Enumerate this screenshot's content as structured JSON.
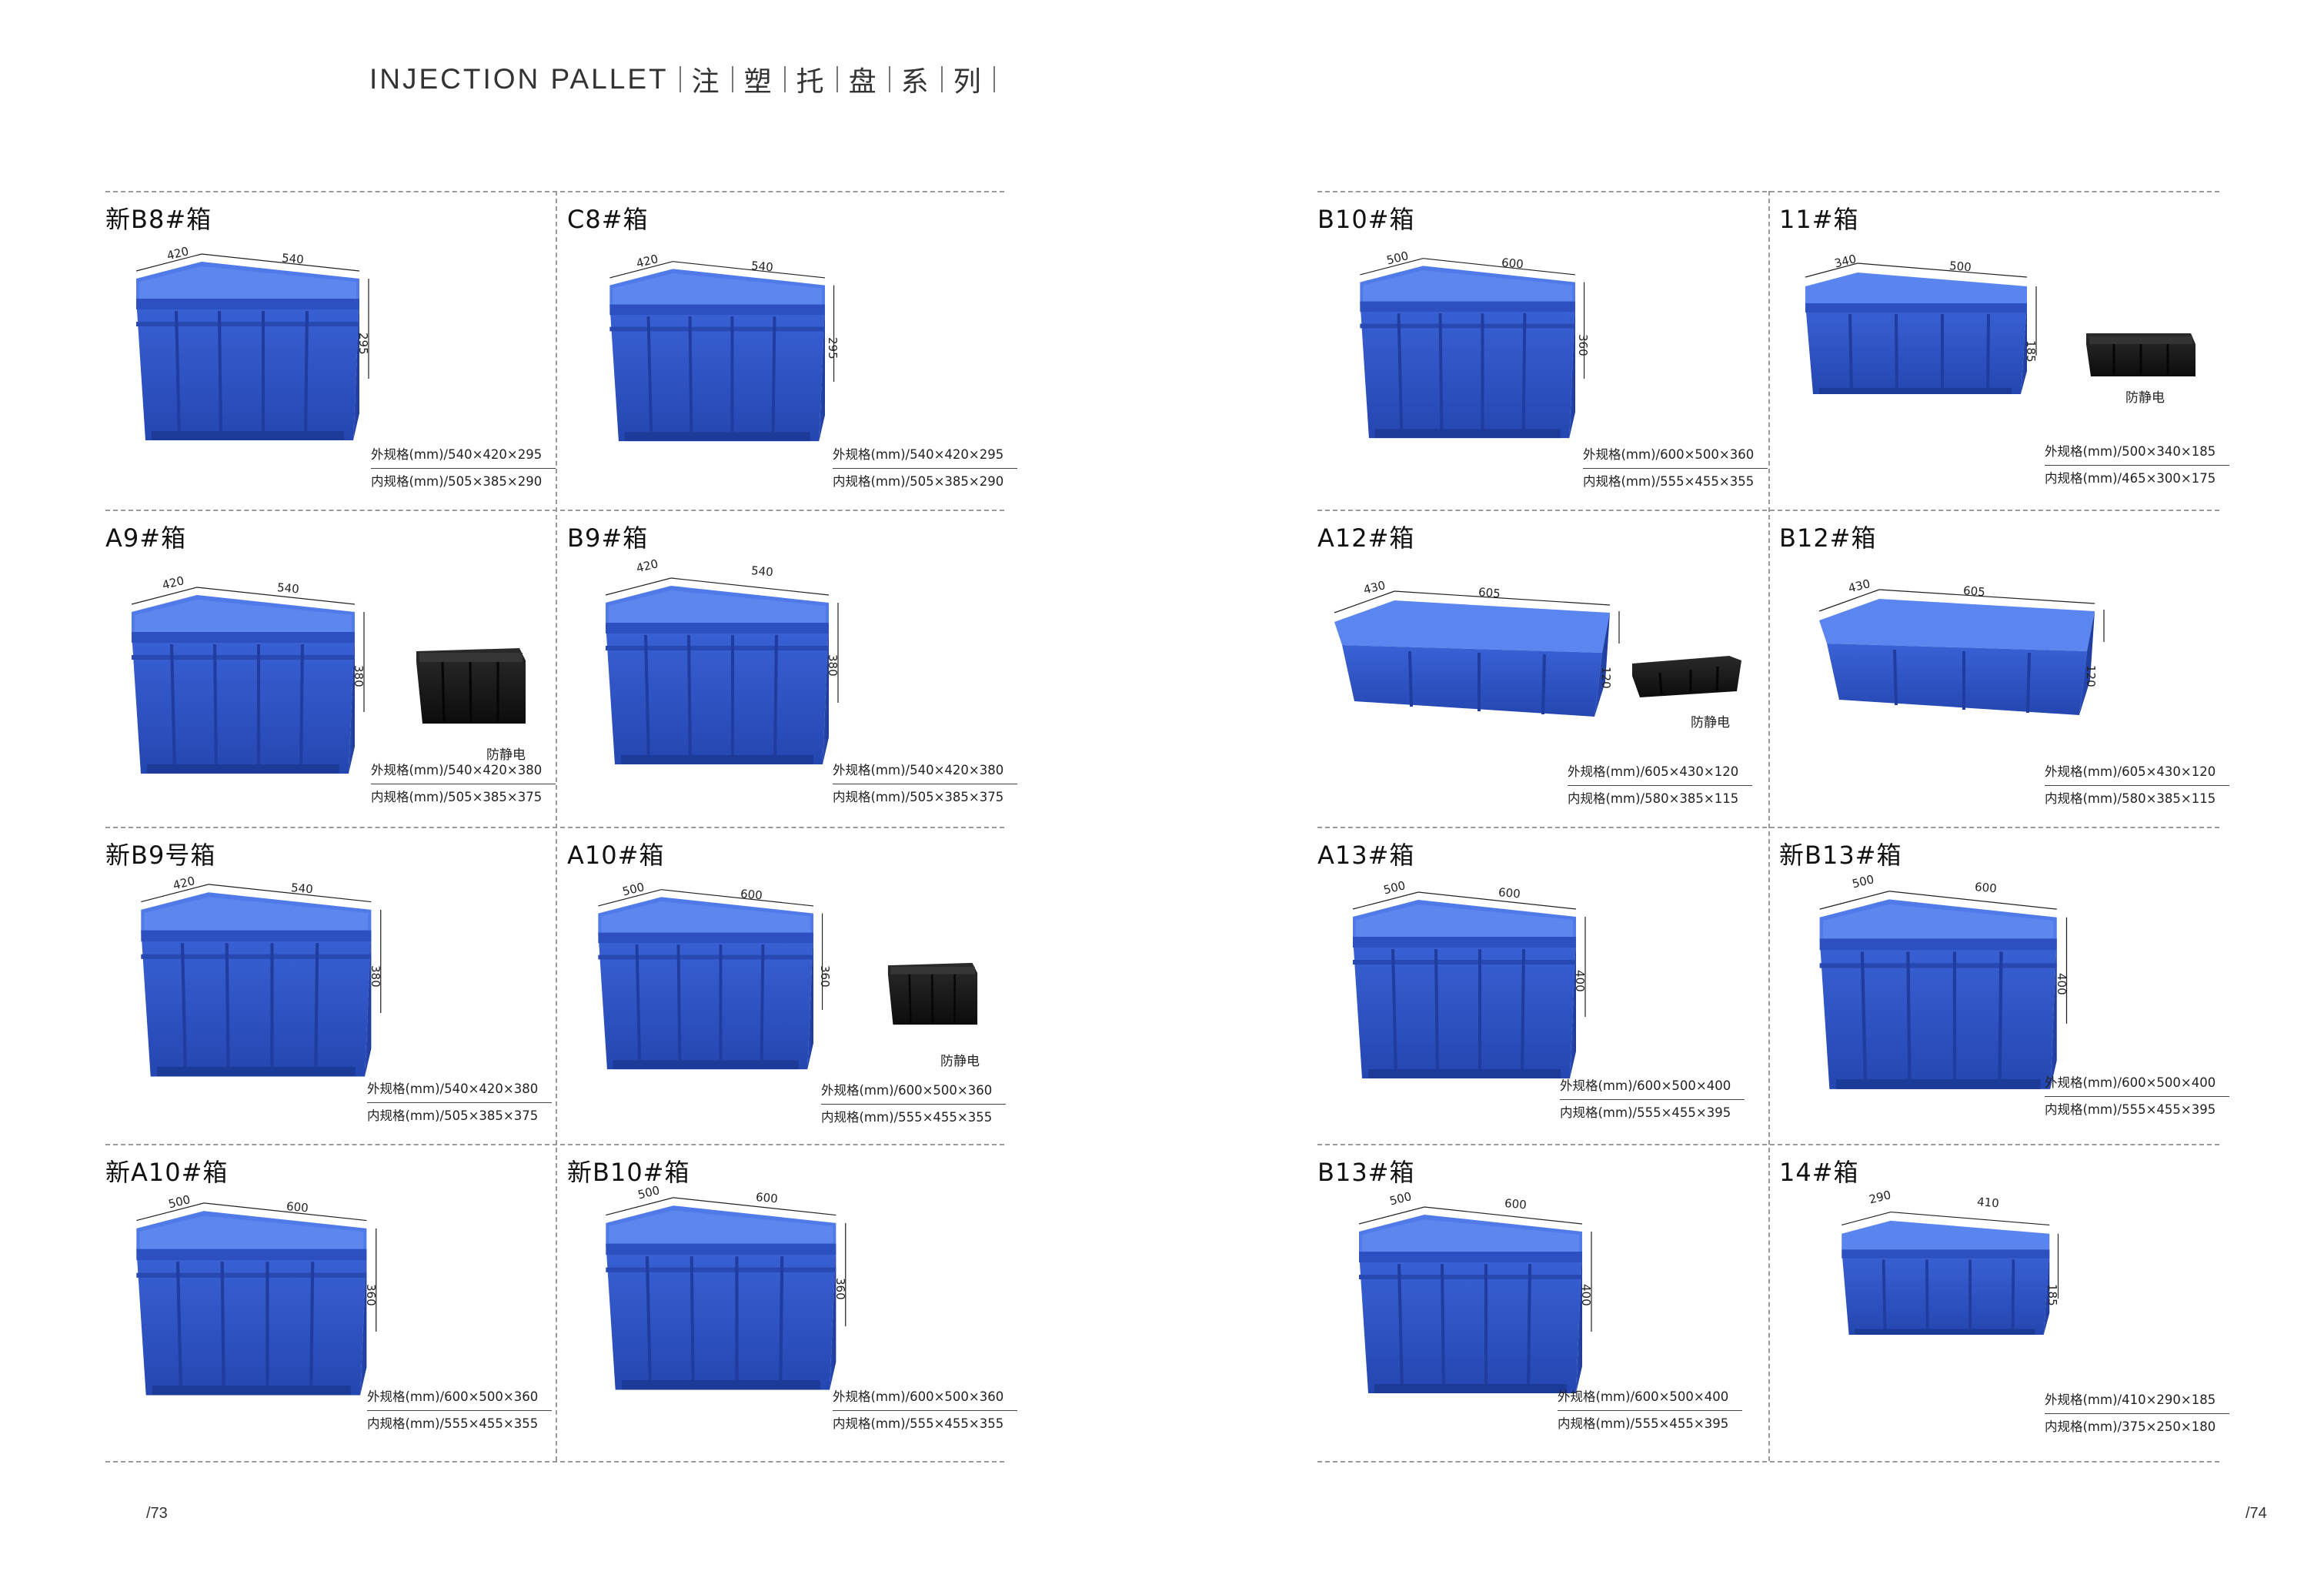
{
  "header": {
    "title_en": "INJECTION PALLET",
    "title_cn": [
      "注",
      "塑",
      "托",
      "盘",
      "系",
      "列"
    ]
  },
  "page_numbers": {
    "left": "/73",
    "right": "/74"
  },
  "colors": {
    "crate_blue": "#2f56c8",
    "crate_dark": "#1c3a9a",
    "anti_static": "#161616",
    "rule": "#9a9a9a"
  },
  "spec_prefix": {
    "outer": "外规格",
    "inner": "内规格",
    "unit": "(mm)"
  },
  "anti_static_label": "防静电",
  "products": [
    {
      "name": "新B8#箱",
      "dims": [
        "420",
        "540",
        "295"
      ],
      "outer": "/540×420×295",
      "inner": "/505×385×290",
      "anti": false
    },
    {
      "name": "C8#箱",
      "dims": [
        "420",
        "540",
        "295"
      ],
      "outer": "/540×420×295",
      "inner": "/505×385×290",
      "anti": false
    },
    {
      "name": "B10#箱",
      "dims": [
        "500",
        "600",
        "360"
      ],
      "outer": "/600×500×360",
      "inner": "/555×455×355",
      "anti": false
    },
    {
      "name": "11#箱",
      "dims": [
        "340",
        "500",
        "185"
      ],
      "outer": "/500×340×185",
      "inner": "/465×300×175",
      "anti": true
    },
    {
      "name": "A9#箱",
      "dims": [
        "420",
        "540",
        "380"
      ],
      "outer": "/540×420×380",
      "inner": "/505×385×375",
      "anti": true
    },
    {
      "name": "B9#箱",
      "dims": [
        "420",
        "540",
        "380"
      ],
      "outer": "/540×420×380",
      "inner": "/505×385×375",
      "anti": false
    },
    {
      "name": "A12#箱",
      "dims": [
        "430",
        "605",
        "120"
      ],
      "outer": "/605×430×120",
      "inner": "/580×385×115",
      "anti": true
    },
    {
      "name": "B12#箱",
      "dims": [
        "430",
        "605",
        "120"
      ],
      "outer": "/605×430×120",
      "inner": "/580×385×115",
      "anti": false
    },
    {
      "name": "新B9号箱",
      "dims": [
        "420",
        "540",
        "380"
      ],
      "outer": "/540×420×380",
      "inner": "/505×385×375",
      "anti": false
    },
    {
      "name": "A10#箱",
      "dims": [
        "500",
        "600",
        "360"
      ],
      "outer": "/600×500×360",
      "inner": "/555×455×355",
      "anti": true
    },
    {
      "name": "A13#箱",
      "dims": [
        "500",
        "600",
        "400"
      ],
      "outer": "/600×500×400",
      "inner": "/555×455×395",
      "anti": false
    },
    {
      "name": "新B13#箱",
      "dims": [
        "500",
        "600",
        "400"
      ],
      "outer": "/600×500×400",
      "inner": "/555×455×395",
      "anti": false
    },
    {
      "name": "新A10#箱",
      "dims": [
        "500",
        "600",
        "360"
      ],
      "outer": "/600×500×360",
      "inner": "/555×455×355",
      "anti": false
    },
    {
      "name": "新B10#箱",
      "dims": [
        "500",
        "600",
        "360"
      ],
      "outer": "/600×500×360",
      "inner": "/555×455×355",
      "anti": false
    },
    {
      "name": "B13#箱",
      "dims": [
        "500",
        "600",
        "400"
      ],
      "outer": "/600×500×400",
      "inner": "/555×455×395",
      "anti": false
    },
    {
      "name": "14#箱",
      "dims": [
        "290",
        "410",
        "185"
      ],
      "outer": "/410×290×185",
      "inner": "/375×250×180",
      "anti": false
    }
  ]
}
